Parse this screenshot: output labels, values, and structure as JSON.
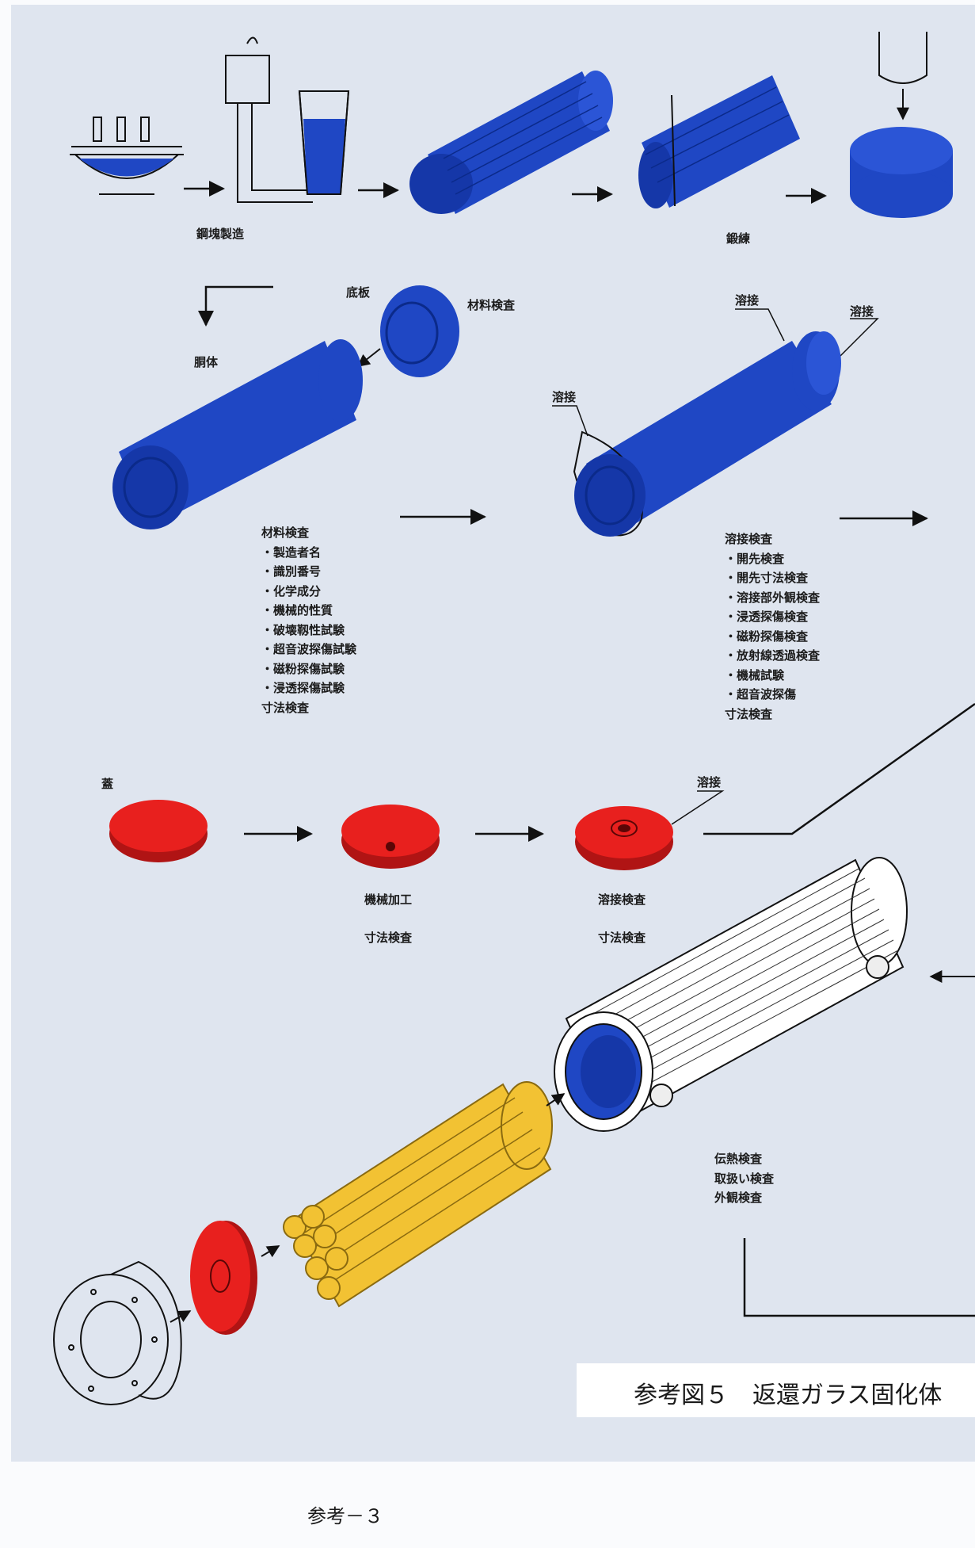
{
  "labels": {
    "ingot": "鋼塊製造",
    "forging": "鍛練",
    "shell": "胴体",
    "bottom_plate": "底板",
    "material_inspection_top": "材料検査",
    "weld_1": "溶接",
    "weld_2": "溶接",
    "weld_3": "溶接",
    "weld_lid": "溶接",
    "lid": "蓋",
    "machining": "機械加工",
    "dim_check_1": "寸法検査",
    "weld_check": "溶接検査",
    "dim_check_2": "寸法検査"
  },
  "material_list": {
    "title": "材料検査",
    "items": [
      "・製造者名",
      "・識別番号",
      "・化学成分",
      "・機械的性質",
      "・破壊靱性試験",
      "・超音波探傷試験",
      "・磁粉探傷試験",
      "・浸透探傷試験"
    ],
    "footer": "寸法検査"
  },
  "weld_list": {
    "title": "溶接検査",
    "items": [
      "・開先検査",
      "・開先寸法検査",
      "・溶接部外観検査",
      "・浸透探傷検査",
      "・磁粉探傷検査",
      "・放射線透過検査",
      "・機械試験",
      "・超音波探傷"
    ],
    "footer": "寸法検査"
  },
  "final_list": {
    "items": [
      "伝熱検査",
      "取扱い検査",
      "外観検査"
    ]
  },
  "title": "参考図５　返還ガラス固化体",
  "footer": "参考－３",
  "colors": {
    "steel_blue": "#1f47c4",
    "lid_red": "#e8201e",
    "basket_yellow": "#f2c233"
  }
}
